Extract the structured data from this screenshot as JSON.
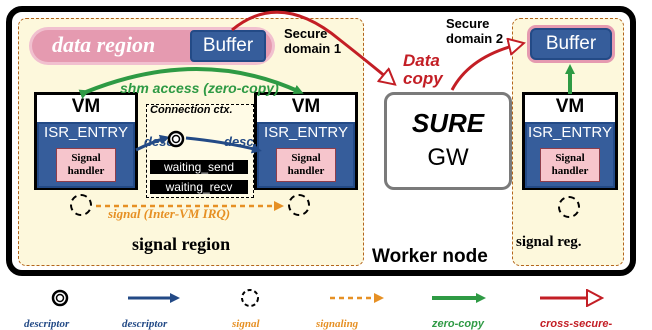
{
  "worker_node": {
    "label": "Worker node"
  },
  "domain1": {
    "label_line1": "Secure",
    "label_line2": "domain 1",
    "data_region": "data region",
    "buffer": "Buffer",
    "shm_access": "shm access (zero-copy)",
    "vm_left": {
      "title": "VM",
      "isr": "ISR_ENTRY",
      "handler_line1": "Signal",
      "handler_line2": "handler"
    },
    "vm_right": {
      "title": "VM",
      "isr": "ISR_ENTRY",
      "handler_line1": "Signal",
      "handler_line2": "handler"
    },
    "connection_ctx": "Connection ctx.",
    "desc_left": "desc.",
    "desc_right": "desc.",
    "waiting_send": "waiting_send",
    "waiting_recv": "waiting_recv",
    "signal_irq_prefix": "signal (",
    "signal_irq_italic": "Inter-VM IRQ",
    "signal_irq_suffix": ")",
    "signal_region": "signal region"
  },
  "gateway": {
    "sure": "SURE",
    "gw": "GW"
  },
  "data_copy": {
    "line1": "Data",
    "line2": "copy"
  },
  "domain2": {
    "label_line1": "Secure",
    "label_line2": "domain 2",
    "buffer": "Buffer",
    "vm": {
      "title": "VM",
      "isr": "ISR_ENTRY",
      "handler_line1": "Signal",
      "handler_line2": "handler"
    },
    "signal_reg": "signal reg."
  },
  "legend": [
    {
      "label": "descriptor",
      "color": "#234a86",
      "icon": "descriptor-ring-icon"
    },
    {
      "label": "descriptor",
      "color": "#234a86",
      "icon": "blue-arrow-icon"
    },
    {
      "label": "signal",
      "color": "#e69024",
      "icon": "dashed-circle-icon"
    },
    {
      "label": "signaling",
      "color": "#e69024",
      "icon": "orange-dashed-arrow-icon"
    },
    {
      "label": "zero-copy",
      "color": "#2e9a44",
      "icon": "green-arrow-icon"
    },
    {
      "label": "cross-secure-",
      "color": "#c31e25",
      "icon": "red-hollow-arrow-icon"
    }
  ],
  "colors": {
    "blue": "#365d9b",
    "pink": "#e59ab0",
    "cream": "#fdf8dc",
    "green": "#2e9a44",
    "orange": "#e69024",
    "red": "#c31e25"
  }
}
